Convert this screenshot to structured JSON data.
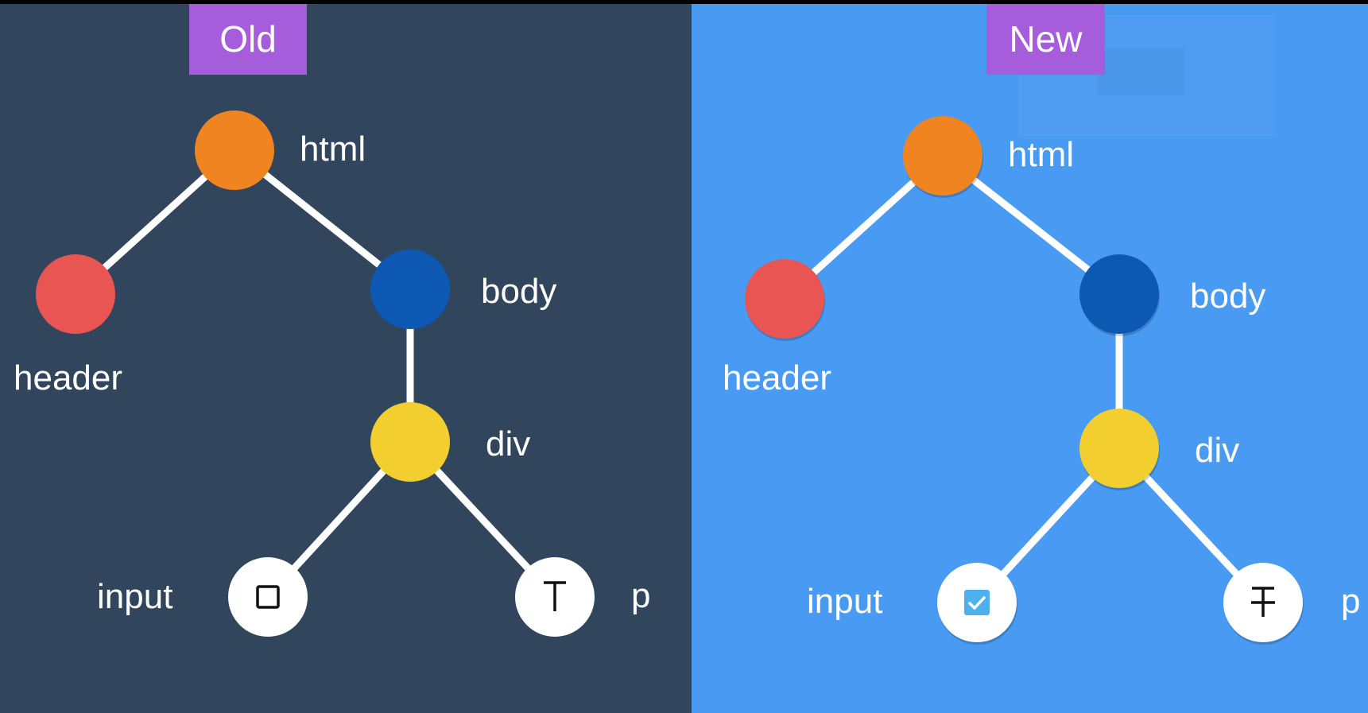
{
  "panels": [
    {
      "id": "old",
      "title": "Old",
      "background": "#31455c",
      "title_background": "#a55ddb",
      "nodes": {
        "html": {
          "label": "html",
          "color": "#f08420"
        },
        "header": {
          "label": "header",
          "color": "#e95553"
        },
        "body": {
          "label": "body",
          "color": "#0d58b2"
        },
        "div": {
          "label": "div",
          "color": "#f2ce2e"
        },
        "input": {
          "label": "input",
          "color": "#ffffff",
          "icon": "empty-checkbox-icon"
        },
        "p": {
          "label": "p",
          "color": "#ffffff",
          "icon": "text-t-icon"
        }
      }
    },
    {
      "id": "new",
      "title": "New",
      "background": "#499af2",
      "title_background": "#a55ddb",
      "nodes": {
        "html": {
          "label": "html",
          "color": "#f08420"
        },
        "header": {
          "label": "header",
          "color": "#e95553"
        },
        "body": {
          "label": "body",
          "color": "#0d58b2"
        },
        "div": {
          "label": "div",
          "color": "#f2ce2e"
        },
        "input": {
          "label": "input",
          "color": "#ffffff",
          "icon": "checked-checkbox-icon"
        },
        "p": {
          "label": "p",
          "color": "#ffffff",
          "icon": "strikethrough-t-icon"
        }
      }
    }
  ],
  "edge_color": "#ffffff",
  "check_color": "#4fb0f0"
}
